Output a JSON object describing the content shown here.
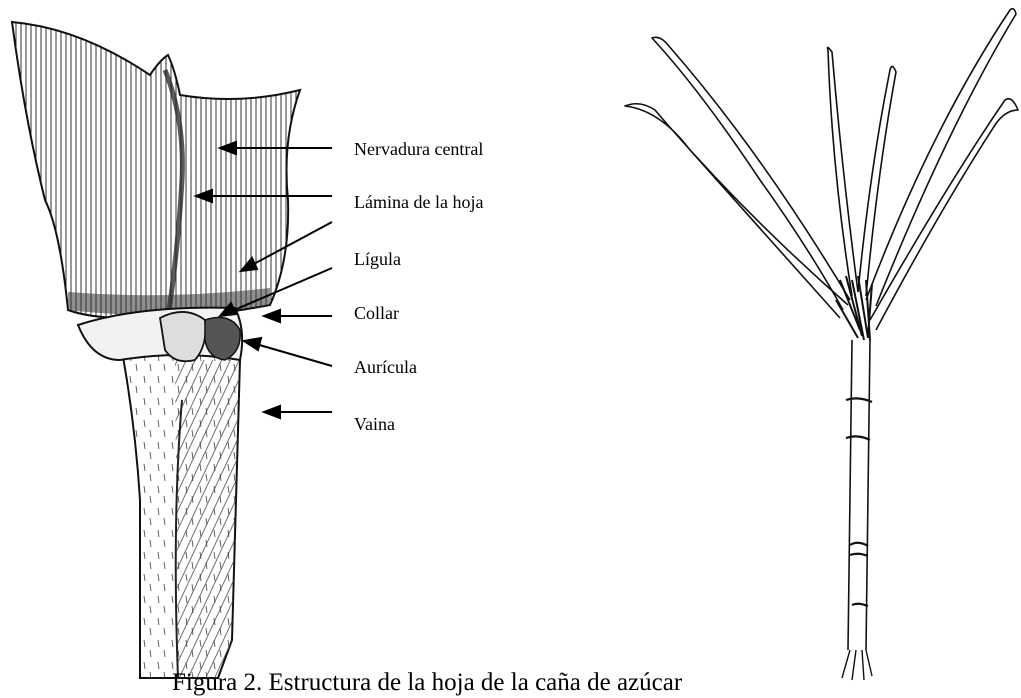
{
  "labels": {
    "nervadura": "Nervadura central",
    "lamina": "Lámina de la hoja",
    "ligula": "Lígula",
    "collar": "Collar",
    "auricula": "Aurícula",
    "vaina": "Vaina"
  },
  "caption": "Figura 2. Estructura de la hoja de la caña de azúcar"
}
